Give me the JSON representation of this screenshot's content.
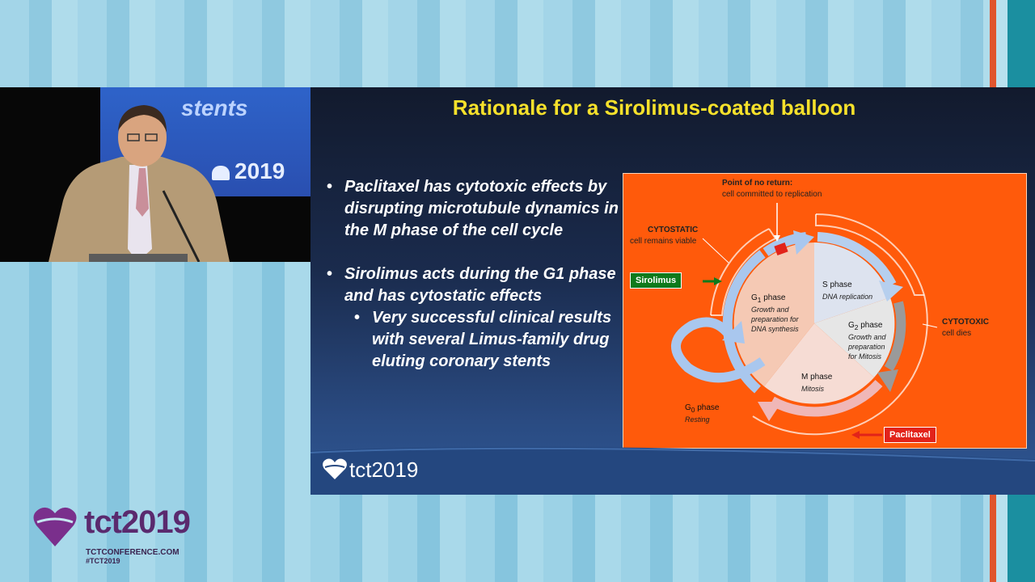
{
  "slide": {
    "title": "Rationale for a Sirolimus-coated balloon",
    "bullets": [
      "Paclitaxel has cytotoxic effects by disrupting microtubule dynamics in the M phase of the cell cycle",
      "Sirolimus acts during the G1 phase and has cytostatic effects"
    ],
    "sub_bullets": [
      "Very successful clinical results with several Limus-family drug eluting coronary stents"
    ],
    "logo_text": "tct2019"
  },
  "video": {
    "screen_text": "stents",
    "screen_year": "2019"
  },
  "diagram": {
    "point_title": "Point of no return:",
    "point_sub": "cell committed to replication",
    "cytostatic_title": "CYTOSTATIC",
    "cytostatic_sub": "cell remains viable",
    "cytotoxic_title": "CYTOTOXIC",
    "cytotoxic_sub": "cell dies",
    "sirolimus": "Sirolimus",
    "paclitaxel": "Paclitaxel",
    "g1_name": "G",
    "g1_sub": "1",
    "g1_rest": " phase",
    "g1_desc1": "Growth and",
    "g1_desc2": "preparation for",
    "g1_desc3": "DNA synthesis",
    "s_name": "S phase",
    "s_desc": "DNA replication",
    "g2_name": "G",
    "g2_sub": "2",
    "g2_rest": " phase",
    "g2_desc1": "Growth and",
    "g2_desc2": "preparation",
    "g2_desc3": "for Mitosis",
    "m_name": "M phase",
    "m_desc": "Mitosis",
    "g0_name": "G",
    "g0_sub": "0",
    "g0_rest": " phase",
    "g0_desc": "Resting"
  },
  "brand": {
    "word": "tct2019",
    "site": "TCTCONFERENCE.COM",
    "hash": "#TCT2019"
  },
  "colors": {
    "title_yellow": "#f6e12b",
    "diagram_orange": "#ff5a0b",
    "sirolimus_green": "#0f7a1c",
    "paclitaxel_red": "#e2231a",
    "brand_purple": "#5a2a6e"
  }
}
